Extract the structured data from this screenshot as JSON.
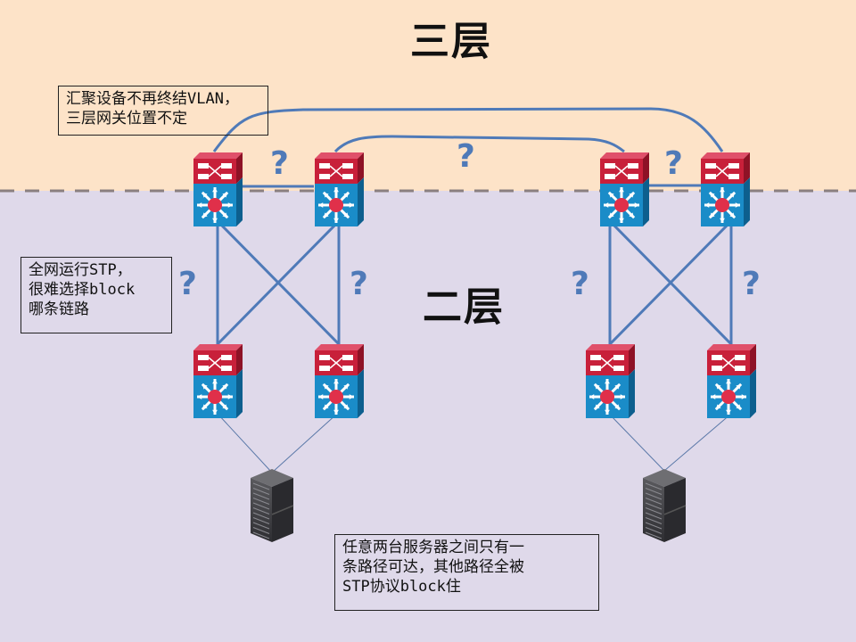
{
  "layers": {
    "l3_title": "三层",
    "l2_title": "二层"
  },
  "notes": {
    "aggregation": "汇聚设备不再终结VLAN，\n三层网关位置不定",
    "stp": "全网运行STP，\n很难选择block\n哪条链路",
    "servers": "任意两台服务器之间只有一\n条路径可达，其他路径全被\nSTP协议block住"
  },
  "question_mark": "?",
  "devices": {
    "aggregation_switches": [
      "agg-switch-1",
      "agg-switch-2",
      "agg-switch-3",
      "agg-switch-4"
    ],
    "access_switches": [
      "access-switch-1",
      "access-switch-2",
      "access-switch-3",
      "access-switch-4"
    ],
    "servers": [
      "server-1",
      "server-2"
    ]
  },
  "colors": {
    "l3_background": "#fde3c8",
    "l2_background": "#dfd9ea",
    "link": "#4f7ab8",
    "router_red": "#c8203a",
    "switch_blue": "#1a8cc8"
  }
}
